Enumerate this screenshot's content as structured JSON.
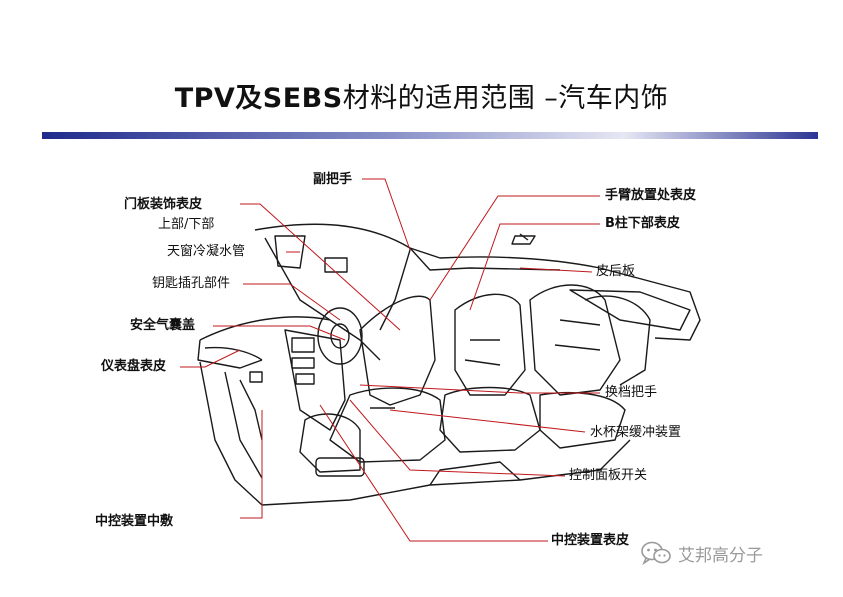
{
  "title": {
    "bold": "TPV及SEBS",
    "rest": "材料的适用范围 –汽车内饰"
  },
  "labels": {
    "vice_handle": "副把手",
    "door_panel_1": "门板装饰表皮",
    "door_panel_2": "上部/下部",
    "sunroof": "天窗冷凝水管",
    "key_hole": "钥匙插孔部件",
    "airbag": "安全气囊盖",
    "dashboard": "仪表盘表皮",
    "center_control": "中控装置中敷",
    "armrest": "手臂放置处表皮",
    "b_pillar": "B柱下部表皮",
    "rear_shelf": "皮后板",
    "gear_handle": "换档把手",
    "cup_holder": "水杯架缓冲装置",
    "control_switch": "控制面板开关",
    "center_skin": "中控装置表皮"
  },
  "watermark": {
    "text": "艾邦高分子",
    "icon": "wechat-icon"
  },
  "colors": {
    "leader": "#c0181d",
    "rule_start": "#1f2a8c",
    "rule_end": "#2b3494"
  }
}
